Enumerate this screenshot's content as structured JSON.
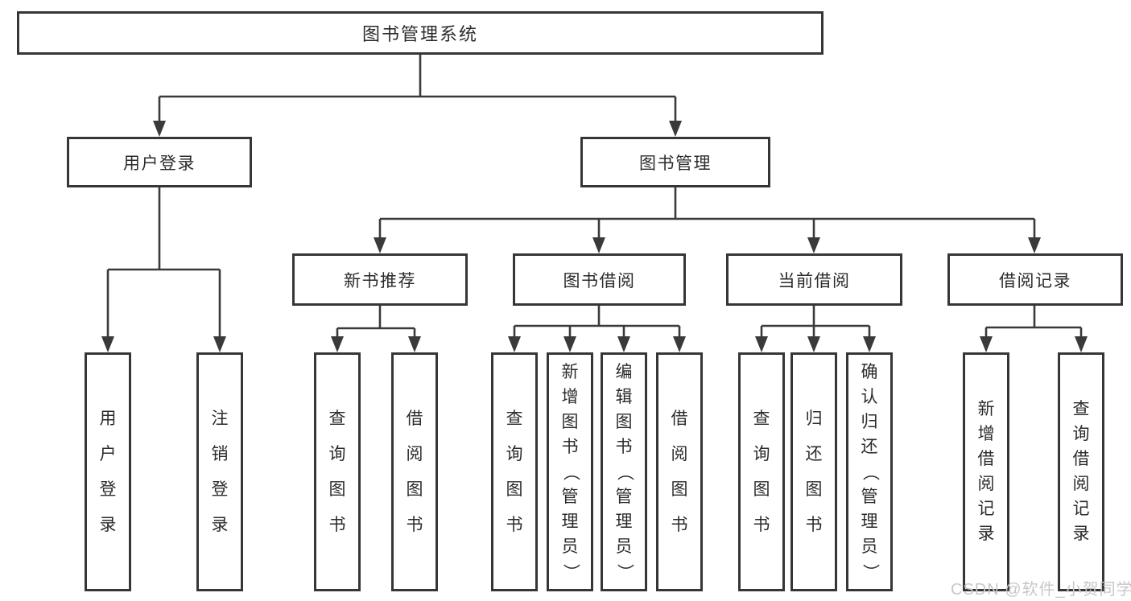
{
  "root": {
    "label": "图书管理系统"
  },
  "level2": [
    {
      "key": "user-login",
      "label": "用户登录"
    },
    {
      "key": "book-mgmt",
      "label": "图书管理"
    }
  ],
  "level3": [
    {
      "key": "new-book-recommend",
      "label": "新书推荐",
      "parent": "图书管理"
    },
    {
      "key": "book-borrow",
      "label": "图书借阅",
      "parent": "图书管理"
    },
    {
      "key": "current-borrow",
      "label": "当前借阅",
      "parent": "图书管理"
    },
    {
      "key": "borrow-records",
      "label": "借阅记录",
      "parent": "图书管理"
    }
  ],
  "level4": [
    {
      "label": "用户登录",
      "parent": "用户登录"
    },
    {
      "label": "注销登录",
      "parent": "用户登录"
    },
    {
      "label": "查询图书",
      "parent": "新书推荐"
    },
    {
      "label": "借阅图书",
      "parent": "新书推荐"
    },
    {
      "label": "查询图书",
      "parent": "图书借阅"
    },
    {
      "label": "新增图书（管理员）",
      "parent": "图书借阅"
    },
    {
      "label": "编辑图书（管理员）",
      "parent": "图书借阅"
    },
    {
      "label": "借阅图书",
      "parent": "图书借阅"
    },
    {
      "label": "查询图书",
      "parent": "当前借阅"
    },
    {
      "label": "归还图书",
      "parent": "当前借阅"
    },
    {
      "label": "确认归还（管理员）",
      "parent": "当前借阅"
    },
    {
      "label": "新增借阅记录",
      "parent": "借阅记录"
    },
    {
      "label": "查询借阅记录",
      "parent": "借阅记录"
    }
  ],
  "watermark": {
    "text": "CSDN @软件_小贺同学"
  },
  "colors": {
    "line": "#3a3a3a",
    "border": "#363636",
    "text": "#2b2b2b",
    "watermark": "#c8c8c8",
    "background": "#ffffff"
  }
}
